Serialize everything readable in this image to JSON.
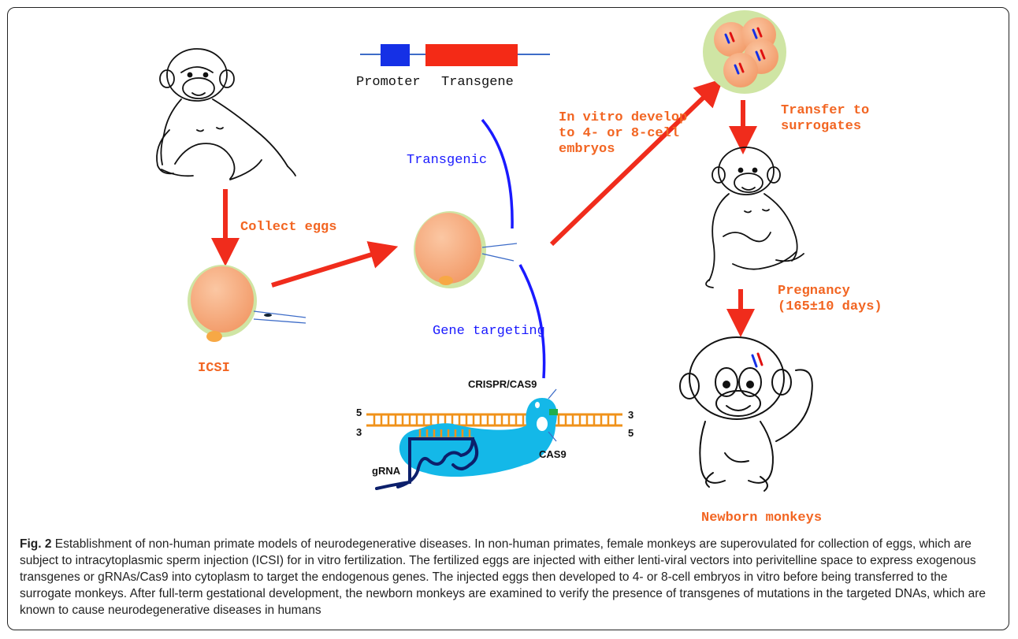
{
  "labels": {
    "collect_eggs": "Collect eggs",
    "icsi": "ICSI",
    "promoter": "Promoter",
    "transgene": "Transgene",
    "transgenic": "Transgenic",
    "gene_targeting": "Gene targeting",
    "crispr_cas9": "CRISPR/CAS9",
    "cas9": "CAS9",
    "grna": "gRNA",
    "strand_5_left": "5",
    "strand_3_left": "3",
    "strand_3_right": "3",
    "strand_5_right": "5",
    "in_vitro_line1": "In vitro develop",
    "in_vitro_line2": "to 4- or 8-cell",
    "in_vitro_line3": "embryos",
    "transfer_line1": "Transfer to",
    "transfer_line2": "surrogates",
    "pregnancy_line1": "Pregnancy",
    "pregnancy_line2": "(165±10 days)",
    "newborn": "Newborn monkeys"
  },
  "caption": {
    "fig_label": "Fig. 2",
    "text": " Establishment of non-human primate models of neurodegenerative diseases. In non-human primates, female monkeys are superovulated for collection of eggs, which are subject to intracytoplasmic sperm injection (ICSI) for in vitro fertilization. The fertilized eggs are injected with either lenti-viral vectors into perivitelline space to express exogenous transgenes or gRNAs/Cas9 into cytoplasm to target the endogenous genes. The injected eggs then developed to 4- or 8-cell embryos in vitro before being transferred to the surrogate monkeys. After full-term gestational development, the newborn monkeys are examined to verify the presence of transgenes of mutations in the targeted DNAs, which are known to cause neurodegenerative diseases in humans"
  },
  "colors": {
    "arrow": "#f02c1c",
    "label_orange": "#f26522",
    "label_blue": "#1a1aff",
    "cell_fill": "#f6a979",
    "zona": "#cfe5a4",
    "promoter_box": "#1530e6",
    "transgene_box": "#f42a16",
    "dna": "#f0921a",
    "cas9": "#14b8e8",
    "grna": "#0c1f6b"
  }
}
